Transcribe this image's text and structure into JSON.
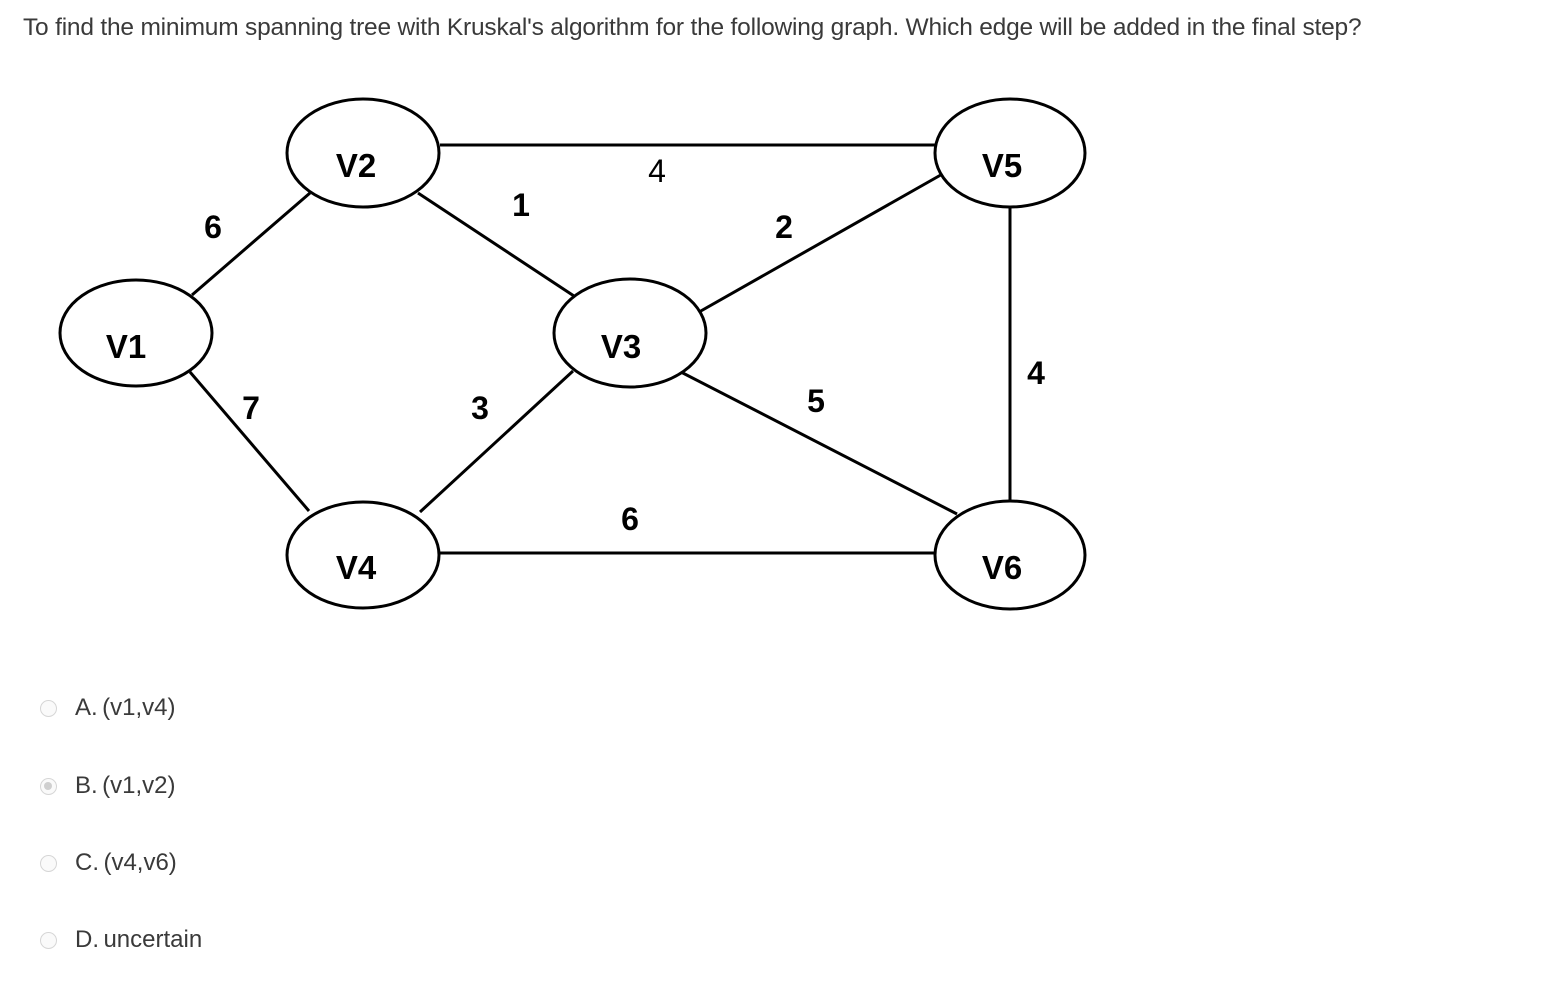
{
  "question": {
    "text": "To find the minimum spanning tree with Kruskal's algorithm for the following graph. Which edge will be added in the final step?"
  },
  "graph": {
    "nodes": [
      {
        "id": "v1",
        "label": "V1"
      },
      {
        "id": "v2",
        "label": "V2"
      },
      {
        "id": "v3",
        "label": "V3"
      },
      {
        "id": "v4",
        "label": "V4"
      },
      {
        "id": "v5",
        "label": "V5"
      },
      {
        "id": "v6",
        "label": "V6"
      }
    ],
    "edges": [
      {
        "from": "v1",
        "to": "v2",
        "weight": "6"
      },
      {
        "from": "v1",
        "to": "v4",
        "weight": "7"
      },
      {
        "from": "v2",
        "to": "v3",
        "weight": "1"
      },
      {
        "from": "v2",
        "to": "v5",
        "weight": "4"
      },
      {
        "from": "v3",
        "to": "v4",
        "weight": "3"
      },
      {
        "from": "v3",
        "to": "v5",
        "weight": "2"
      },
      {
        "from": "v3",
        "to": "v6",
        "weight": "5"
      },
      {
        "from": "v4",
        "to": "v6",
        "weight": "6"
      },
      {
        "from": "v5",
        "to": "v6",
        "weight": "4"
      }
    ]
  },
  "options": [
    {
      "letter": "A.",
      "text": "(v1,v4)",
      "selected": false
    },
    {
      "letter": "B.",
      "text": "(v1,v2)",
      "selected": true
    },
    {
      "letter": "C.",
      "text": "(v4,v6)",
      "selected": false
    },
    {
      "letter": "D.",
      "text": "uncertain",
      "selected": false
    }
  ]
}
